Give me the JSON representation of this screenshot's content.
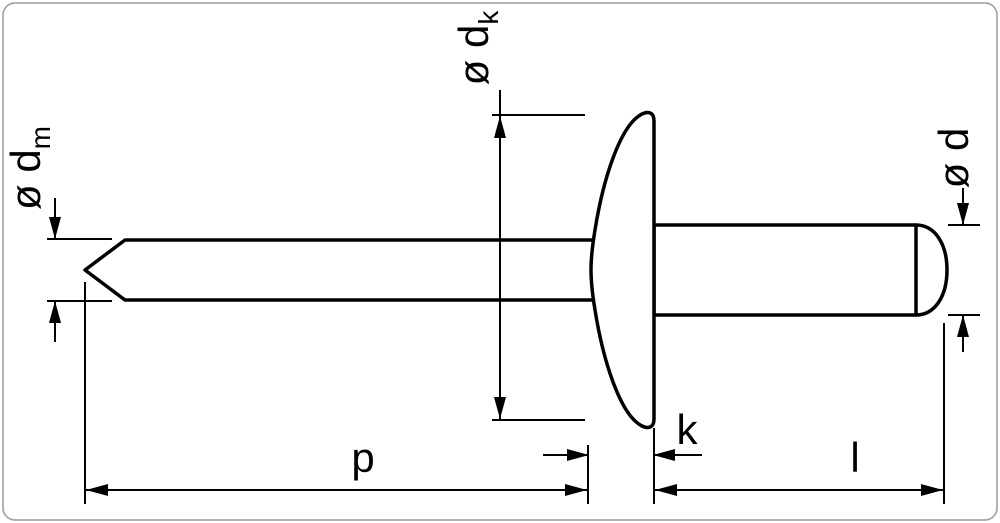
{
  "diagram": {
    "colors": {
      "line": "#000000",
      "background": "#ffffff",
      "border": "#9a9a9a"
    },
    "dimensions": {
      "head_diameter": {
        "main": "ø d",
        "sub": "k"
      },
      "mandrel_diameter": {
        "main": "ø d",
        "sub": "m"
      },
      "shank_diameter": {
        "main": "ø d",
        "sub": ""
      },
      "mandrel_protrusion": "p",
      "head_height": "k",
      "shank_length": "l"
    }
  }
}
